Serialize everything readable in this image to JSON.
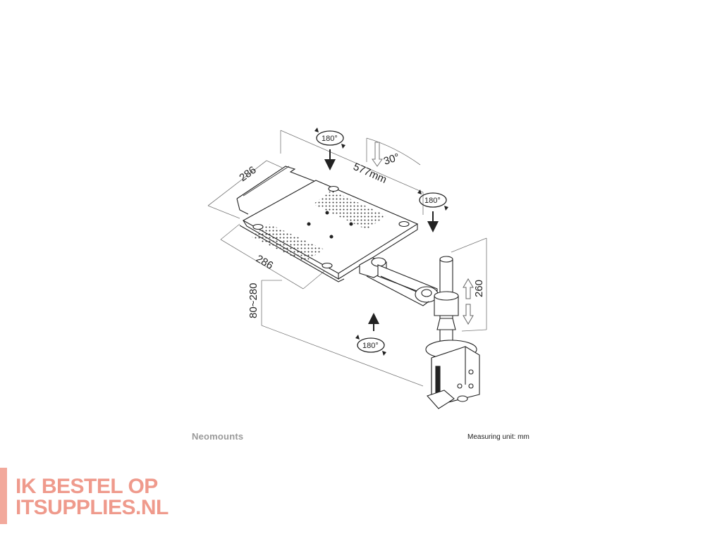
{
  "diagram": {
    "dimensions": {
      "tray_depth": "286",
      "tray_width": "286",
      "arm_reach": "577mm",
      "tilt_angle": "30°",
      "height_range": "80~280",
      "pole_height": "260"
    },
    "rotations": [
      "180°",
      "180°",
      "180°"
    ]
  },
  "footer": {
    "brand": "Neomounts",
    "measuring_unit": "Measuring unit: mm"
  },
  "badge": {
    "line1": "IK BESTEL OP",
    "line2": "ITSUPPLIES.NL",
    "color": "#ef9a8c"
  }
}
